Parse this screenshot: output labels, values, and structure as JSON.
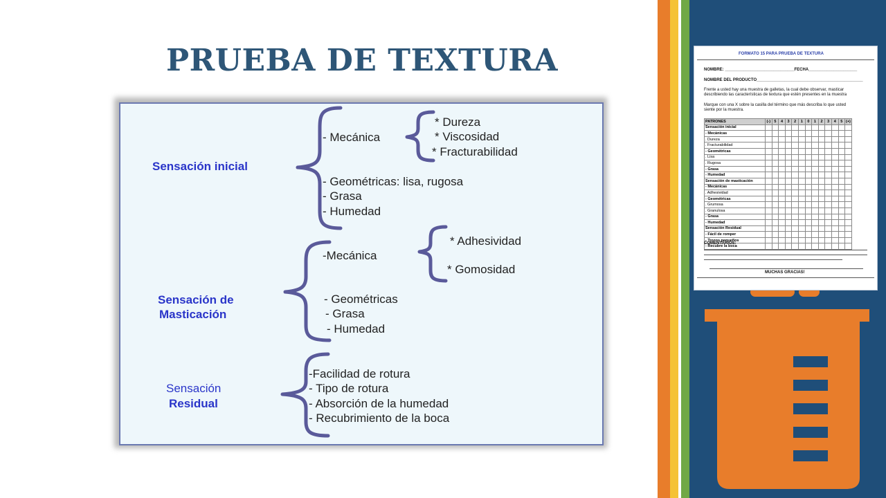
{
  "slide": {
    "title": "PRUEBA DE TEXTURA"
  },
  "diagram": {
    "categories": {
      "inicial": "Sensación inicial",
      "masticacion_1": "Sensación de",
      "masticacion_2": "Masticación",
      "residual_1": "Sensación",
      "residual_2": "Residual"
    },
    "inicial": {
      "mecanica": "- Mecánica",
      "sub": [
        "* Dureza",
        "* Viscosidad",
        "* Fracturabilidad"
      ],
      "otros": [
        "- Geométricas: lisa, rugosa",
        "- Grasa",
        "- Humedad"
      ]
    },
    "masticacion": {
      "mecanica": "-Mecánica",
      "sub": [
        "* Adhesividad",
        "* Gomosidad"
      ],
      "otros": [
        "- Geométricas",
        "-  Grasa",
        "-  Humedad"
      ]
    },
    "residual": {
      "items": [
        "-Facilidad de rotura",
        "- Tipo de rotura",
        "- Absorción de la humedad",
        "- Recubrimiento de la boca"
      ]
    }
  },
  "form": {
    "title": "FORMATO  15  PARA PRUEBA DE TEXTURA",
    "nombre_label": "NOMBRE: ______________________________FECHA_____________________",
    "producto_label": "NOMBRE DEL PRODUCTO______________________________________________",
    "instr1_line1": "Frente a usted hay una muestra de   galletas, la cual debe observar, masticar",
    "instr1_line2": "describiendo las características  de textura que estén presentes en la muestra",
    "instr2_line1": "Marque   con una X sobre la casilla del término que más describa lo que usted",
    "instr2_line2": "siente por la muestra.",
    "table_header": [
      "PATRONES",
      "(-)",
      "5",
      "4",
      "3",
      "2",
      "1",
      "0",
      "1",
      "2",
      "3",
      "4",
      "5",
      "(+)"
    ],
    "table_rows": [
      "Sensación inicial",
      "- Mecánicas",
      "  . Dureza",
      "  . Fracturabilidad",
      "- Geométricas",
      "  . Lisa",
      "  . Rugosa",
      "- Grasa",
      "-  Humedad",
      "Sensación de masticación",
      "- Mecánicas",
      "  . Adhesividad",
      "- Geométricas",
      "  . Grumosa",
      "  . Granulosa",
      "- Grasa",
      "- Humedad",
      "Sensación Residual",
      "- Fácil de romper",
      "- Trozos pequeños",
      "- Recubre la boca"
    ],
    "comentarios": "COMENTARIOS:",
    "gracias": "MUCHAS GRACIAS!"
  },
  "colors": {
    "title": "#2e5677",
    "category_text": "#2a35c9",
    "brace": "#5a5a9a",
    "diagram_bg": "#eef7fb",
    "panel": "#1f4e79",
    "stripe_orange": "#e87d2b",
    "stripe_yellow": "#f5c235",
    "stripe_green": "#70a845",
    "beaker": "#e87d2b"
  },
  "icons": {
    "decor": "beaker-icon"
  }
}
